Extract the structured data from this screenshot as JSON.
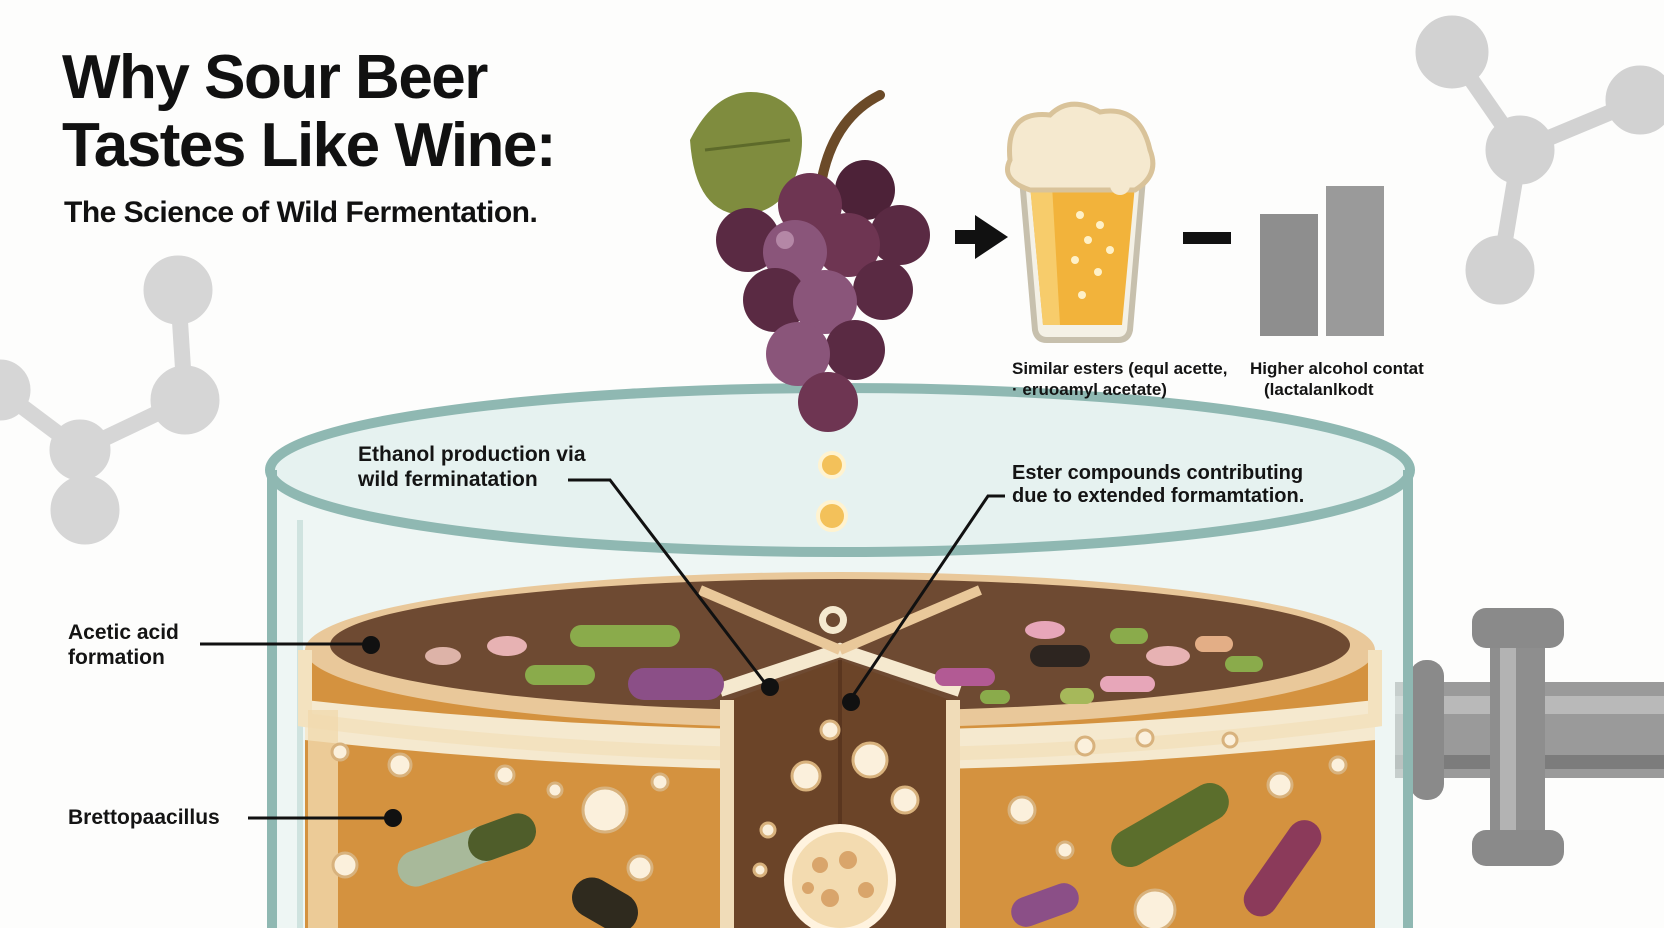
{
  "header": {
    "title_line1": "Why Sour Beer",
    "title_line2": "Tastes Like Wine:",
    "subtitle": "The Science of Wild Fermentation."
  },
  "captions": {
    "esters_line1": "Similar esters (equl acette,",
    "esters_line2": "· eruoamyl acetate)",
    "alcohol_line1": "Higher alcohol contat",
    "alcohol_line2": "(lactalanlkodt"
  },
  "annotations": {
    "ethanol_line1": "Ethanol production via",
    "ethanol_line2": "wild ferminatation",
    "ester_line1": "Ester compounds contributing",
    "ester_line2": "due to extended formamtation.",
    "acetic_line1": "Acetic acid",
    "acetic_line2": "formation",
    "brett": "Brettopaacillus"
  },
  "colors": {
    "beer": "#d4923f",
    "foam": "#f5e9cf",
    "grape": "#6e3552",
    "leaf": "#7f8c3e",
    "glass_rim": "#8fb8b2",
    "bacteria_green": "#86a84a",
    "bacteria_purple": "#8b4f87",
    "pipe": "#8b8b8b",
    "molecule": "#cfcfcf"
  }
}
